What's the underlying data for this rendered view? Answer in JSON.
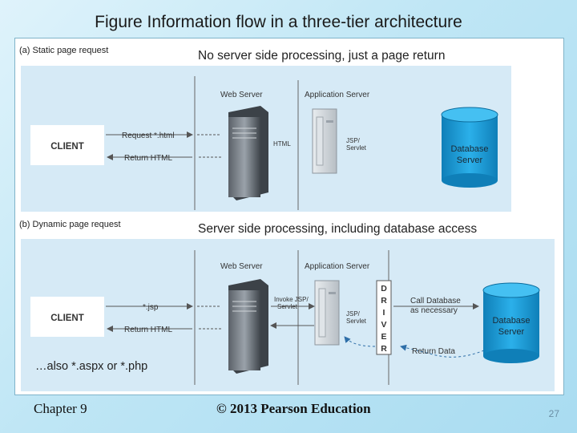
{
  "title": "Figure Information flow in a three-tier architecture",
  "static": {
    "label": "(a) Static page request",
    "caption": "No server side processing, just a page return",
    "client": "CLIENT",
    "web_server": "Web Server",
    "app_server": "Application Server",
    "request": "Request *.html",
    "return": "Return HTML",
    "html_label": "HTML",
    "jsp_label": [
      "JSP/",
      "Servlet"
    ],
    "db_label": [
      "Database",
      "Server"
    ]
  },
  "dynamic": {
    "label": "(b) Dynamic page request",
    "caption": "Server side processing, including database access",
    "client": "CLIENT",
    "web_server": "Web Server",
    "app_server": "Application Server",
    "request": "*.jsp",
    "return": "Return HTML",
    "invoke": [
      "Invoke JSP/",
      "Servlet"
    ],
    "jsp_label": [
      "JSP/",
      "Servlet"
    ],
    "driver": [
      "D",
      "R",
      "I",
      "V",
      "E",
      "R"
    ],
    "call_db": [
      "Call Database",
      "as necessary"
    ],
    "return_data": "Return Data",
    "db_label": [
      "Database",
      "Server"
    ],
    "note": "…also *.aspx or *.php"
  },
  "footer": {
    "chapter": "Chapter 9",
    "copyright": "© 2013 Pearson Education",
    "page": "27"
  },
  "colors": {
    "band": "#d6eaf6",
    "db_fill": "#1a9ad6",
    "arrow": "#555555",
    "dashed_arrow": "#2f6fa8"
  }
}
